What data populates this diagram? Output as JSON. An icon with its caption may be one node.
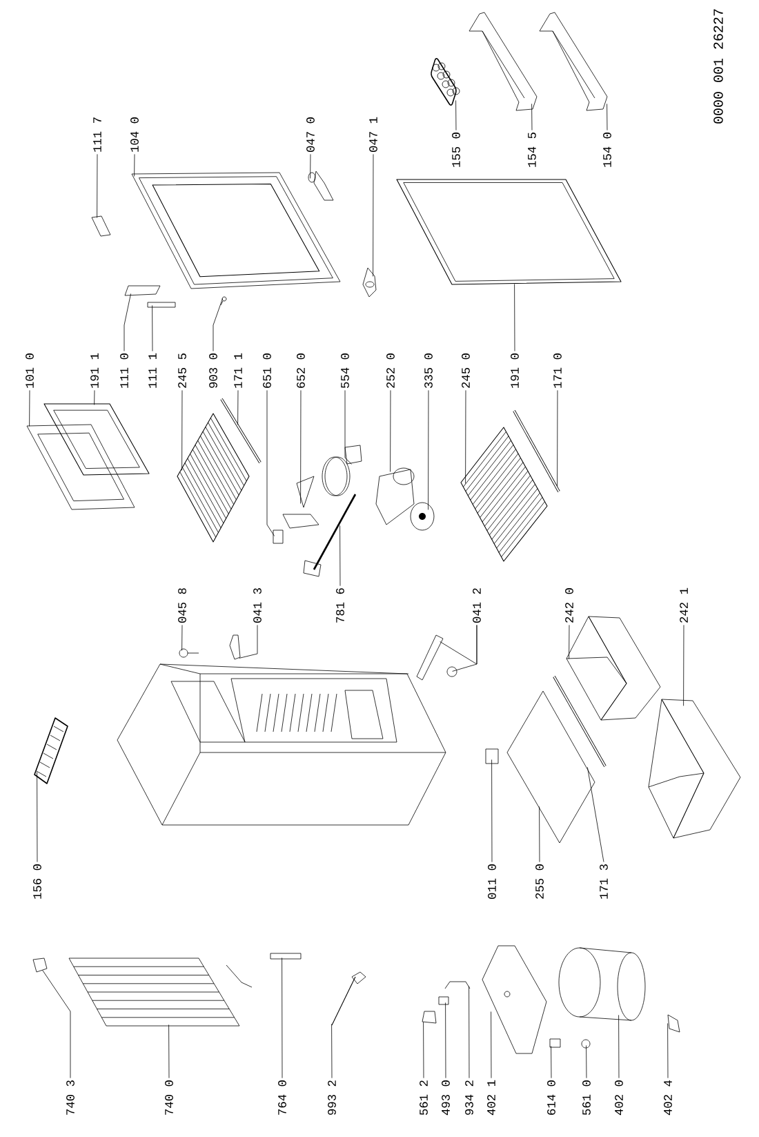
{
  "diagram": {
    "nodes": [
      {
        "text": [
          "111 7"
        ]
      },
      {
        "text": [
          "104 0"
        ]
      },
      {
        "text": [
          "047 0"
        ]
      },
      {
        "text": [
          "047 1"
        ]
      },
      {
        "text": [
          "155 0"
        ]
      },
      {
        "text": [
          "154 5"
        ]
      },
      {
        "text": [
          "154 0"
        ]
      },
      {
        "text": [
          "101 0"
        ]
      },
      {
        "text": [
          "191 1"
        ]
      },
      {
        "text": [
          "111 0"
        ]
      },
      {
        "text": [
          "111 1"
        ]
      },
      {
        "text": [
          "245 5"
        ]
      },
      {
        "text": [
          "903 0"
        ]
      },
      {
        "text": [
          "171 1"
        ]
      },
      {
        "text": [
          "651 0"
        ]
      },
      {
        "text": [
          "652 0"
        ]
      },
      {
        "text": [
          "554 0"
        ]
      },
      {
        "text": [
          "252 0"
        ]
      },
      {
        "text": [
          "335 0"
        ]
      },
      {
        "text": [
          "245 0"
        ]
      },
      {
        "text": [
          "191 0"
        ]
      },
      {
        "text": [
          "171 0"
        ]
      },
      {
        "text": [
          "045 8"
        ]
      },
      {
        "text": [
          "041 3"
        ]
      },
      {
        "text": [
          "781 6"
        ]
      },
      {
        "text": [
          "041 2"
        ]
      },
      {
        "text": [
          "242 0"
        ]
      },
      {
        "text": [
          "242 1"
        ]
      },
      {
        "text": [
          "156 0"
        ]
      },
      {
        "text": [
          "011 0"
        ]
      },
      {
        "text": [
          "255 0"
        ]
      },
      {
        "text": [
          "171 3"
        ]
      },
      {
        "text": [
          "740 3"
        ]
      },
      {
        "text": [
          "740 0"
        ]
      },
      {
        "text": [
          "764 0"
        ]
      },
      {
        "text": [
          "993 2"
        ]
      },
      {
        "text": [
          "561 2"
        ]
      },
      {
        "text": [
          "493 0"
        ]
      },
      {
        "text": [
          "934 2"
        ]
      },
      {
        "text": [
          "402 1"
        ]
      },
      {
        "text": [
          "614 0"
        ]
      },
      {
        "text": [
          "561 0"
        ]
      },
      {
        "text": [
          "402 0"
        ]
      },
      {
        "text": [
          "402 4"
        ]
      },
      {
        "text": [],
        "shape": "picture"
      },
      {
        "text": [],
        "shape": "picture"
      },
      {
        "text": [],
        "shape": "picture"
      },
      {
        "text": [],
        "shape": "picture"
      },
      {
        "text": [],
        "shape": "picture"
      },
      {
        "text": [],
        "shape": "picture"
      },
      {
        "text": [],
        "shape": "picture"
      },
      {
        "text": [],
        "shape": "picture"
      },
      {
        "text": [],
        "shape": "picture"
      },
      {
        "text": [],
        "shape": "picture"
      },
      {
        "text": [],
        "shape": "box"
      },
      {
        "text": [],
        "shape": "picture"
      },
      {
        "text": [],
        "shape": "picture"
      },
      {
        "text": [],
        "shape": "picture"
      },
      {
        "text": [],
        "shape": "box"
      },
      {
        "text": [],
        "shape": "picture"
      },
      {
        "text": [],
        "shape": "picture"
      },
      {
        "text": [],
        "shape": "picture"
      },
      {
        "text": [],
        "shape": "picture"
      },
      {
        "text": [],
        "shape": "picture"
      },
      {
        "text": [],
        "shape": "picture"
      },
      {
        "text": [],
        "shape": "picture"
      },
      {
        "text": [],
        "shape": "picture"
      },
      {
        "text": [],
        "shape": "picture"
      },
      {
        "text": [],
        "shape": "picture"
      },
      {
        "text": [],
        "shape": "picture"
      },
      {
        "text": [],
        "shape": "circle"
      },
      {
        "text": [],
        "shape": "picture"
      },
      {
        "text": [],
        "shape": "picture"
      },
      {
        "text": [],
        "shape": "picture"
      },
      {
        "text": [],
        "shape": "box"
      },
      {
        "text": [],
        "shape": "picture"
      },
      {
        "text": [],
        "shape": "picture"
      },
      {
        "text": [],
        "shape": "picture"
      },
      {
        "text": [],
        "shape": "picture"
      },
      {
        "text": [],
        "shape": "box"
      },
      {
        "text": [],
        "shape": "picture"
      },
      {
        "text": [],
        "shape": "picture"
      },
      {
        "text": [],
        "shape": "box"
      },
      {
        "text": [],
        "shape": "picture"
      },
      {
        "text": [],
        "shape": "picture"
      },
      {
        "text": [],
        "shape": "box"
      },
      {
        "text": [],
        "shape": "picture"
      },
      {
        "text": [],
        "shape": "picture"
      },
      {
        "text": [],
        "shape": "picture"
      }
    ],
    "edges": [
      {
        "from": 0,
        "to": 44,
        "arrow": "none"
      },
      {
        "from": 1,
        "to": 45,
        "arrow": "none"
      },
      {
        "from": 2,
        "to": 46,
        "arrow": "none"
      },
      {
        "from": 3,
        "to": 47,
        "arrow": "none"
      },
      {
        "from": 4,
        "to": 48,
        "arrow": "none"
      },
      {
        "from": 5,
        "to": 49,
        "arrow": "none"
      },
      {
        "from": 6,
        "to": 50,
        "arrow": "none"
      },
      {
        "from": 7,
        "to": 51,
        "arrow": "none"
      },
      {
        "from": 8,
        "to": 52,
        "arrow": "none"
      },
      {
        "from": 9,
        "to": 53,
        "arrow": "none"
      },
      {
        "from": 10,
        "to": 54,
        "arrow": "none"
      },
      {
        "from": 11,
        "to": 55,
        "arrow": "none"
      },
      {
        "from": 12,
        "to": 56,
        "arrow": "none"
      },
      {
        "from": 13,
        "to": 57,
        "arrow": "none"
      },
      {
        "from": 14,
        "to": 58,
        "arrow": "none"
      },
      {
        "from": 15,
        "to": 59,
        "arrow": "none"
      },
      {
        "from": 16,
        "to": 60,
        "arrow": "none"
      },
      {
        "from": 17,
        "to": 61,
        "arrow": "none"
      },
      {
        "from": 18,
        "to": 62,
        "arrow": "none"
      },
      {
        "from": 19,
        "to": 63,
        "arrow": "none"
      },
      {
        "from": 20,
        "to": 64,
        "arrow": "none"
      },
      {
        "from": 21,
        "to": 65,
        "arrow": "none"
      },
      {
        "from": 22,
        "to": 66,
        "arrow": "none"
      },
      {
        "from": 23,
        "to": 67,
        "arrow": "none"
      },
      {
        "from": 24,
        "to": 68,
        "arrow": "none"
      },
      {
        "from": 25,
        "to": 69,
        "arrow": "none"
      },
      {
        "from": 25,
        "to": 70,
        "arrow": "none"
      },
      {
        "from": 26,
        "to": 71,
        "arrow": "none"
      },
      {
        "from": 27,
        "to": 72,
        "arrow": "none"
      },
      {
        "from": 28,
        "to": 73,
        "arrow": "none"
      },
      {
        "from": 29,
        "to": 74,
        "arrow": "none"
      },
      {
        "from": 30,
        "to": 75,
        "arrow": "none"
      },
      {
        "from": 31,
        "to": 76,
        "arrow": "none"
      },
      {
        "from": 32,
        "to": 77,
        "arrow": "none"
      },
      {
        "from": 33,
        "to": 78,
        "arrow": "none"
      },
      {
        "from": 34,
        "to": 79,
        "arrow": "none"
      },
      {
        "from": 35,
        "to": 80,
        "arrow": "none"
      },
      {
        "from": 36,
        "to": 81,
        "arrow": "none"
      },
      {
        "from": 37,
        "to": 82,
        "arrow": "none"
      },
      {
        "from": 38,
        "to": 83,
        "arrow": "none"
      },
      {
        "from": 39,
        "to": 84,
        "arrow": "none"
      },
      {
        "from": 40,
        "to": 85,
        "arrow": "none"
      },
      {
        "from": 41,
        "to": 86,
        "arrow": "none"
      },
      {
        "from": 42,
        "to": 87,
        "arrow": "none"
      },
      {
        "from": 43,
        "to": 88,
        "arrow": "none"
      }
    ],
    "labels": [
      "0000 001 26227"
    ]
  }
}
